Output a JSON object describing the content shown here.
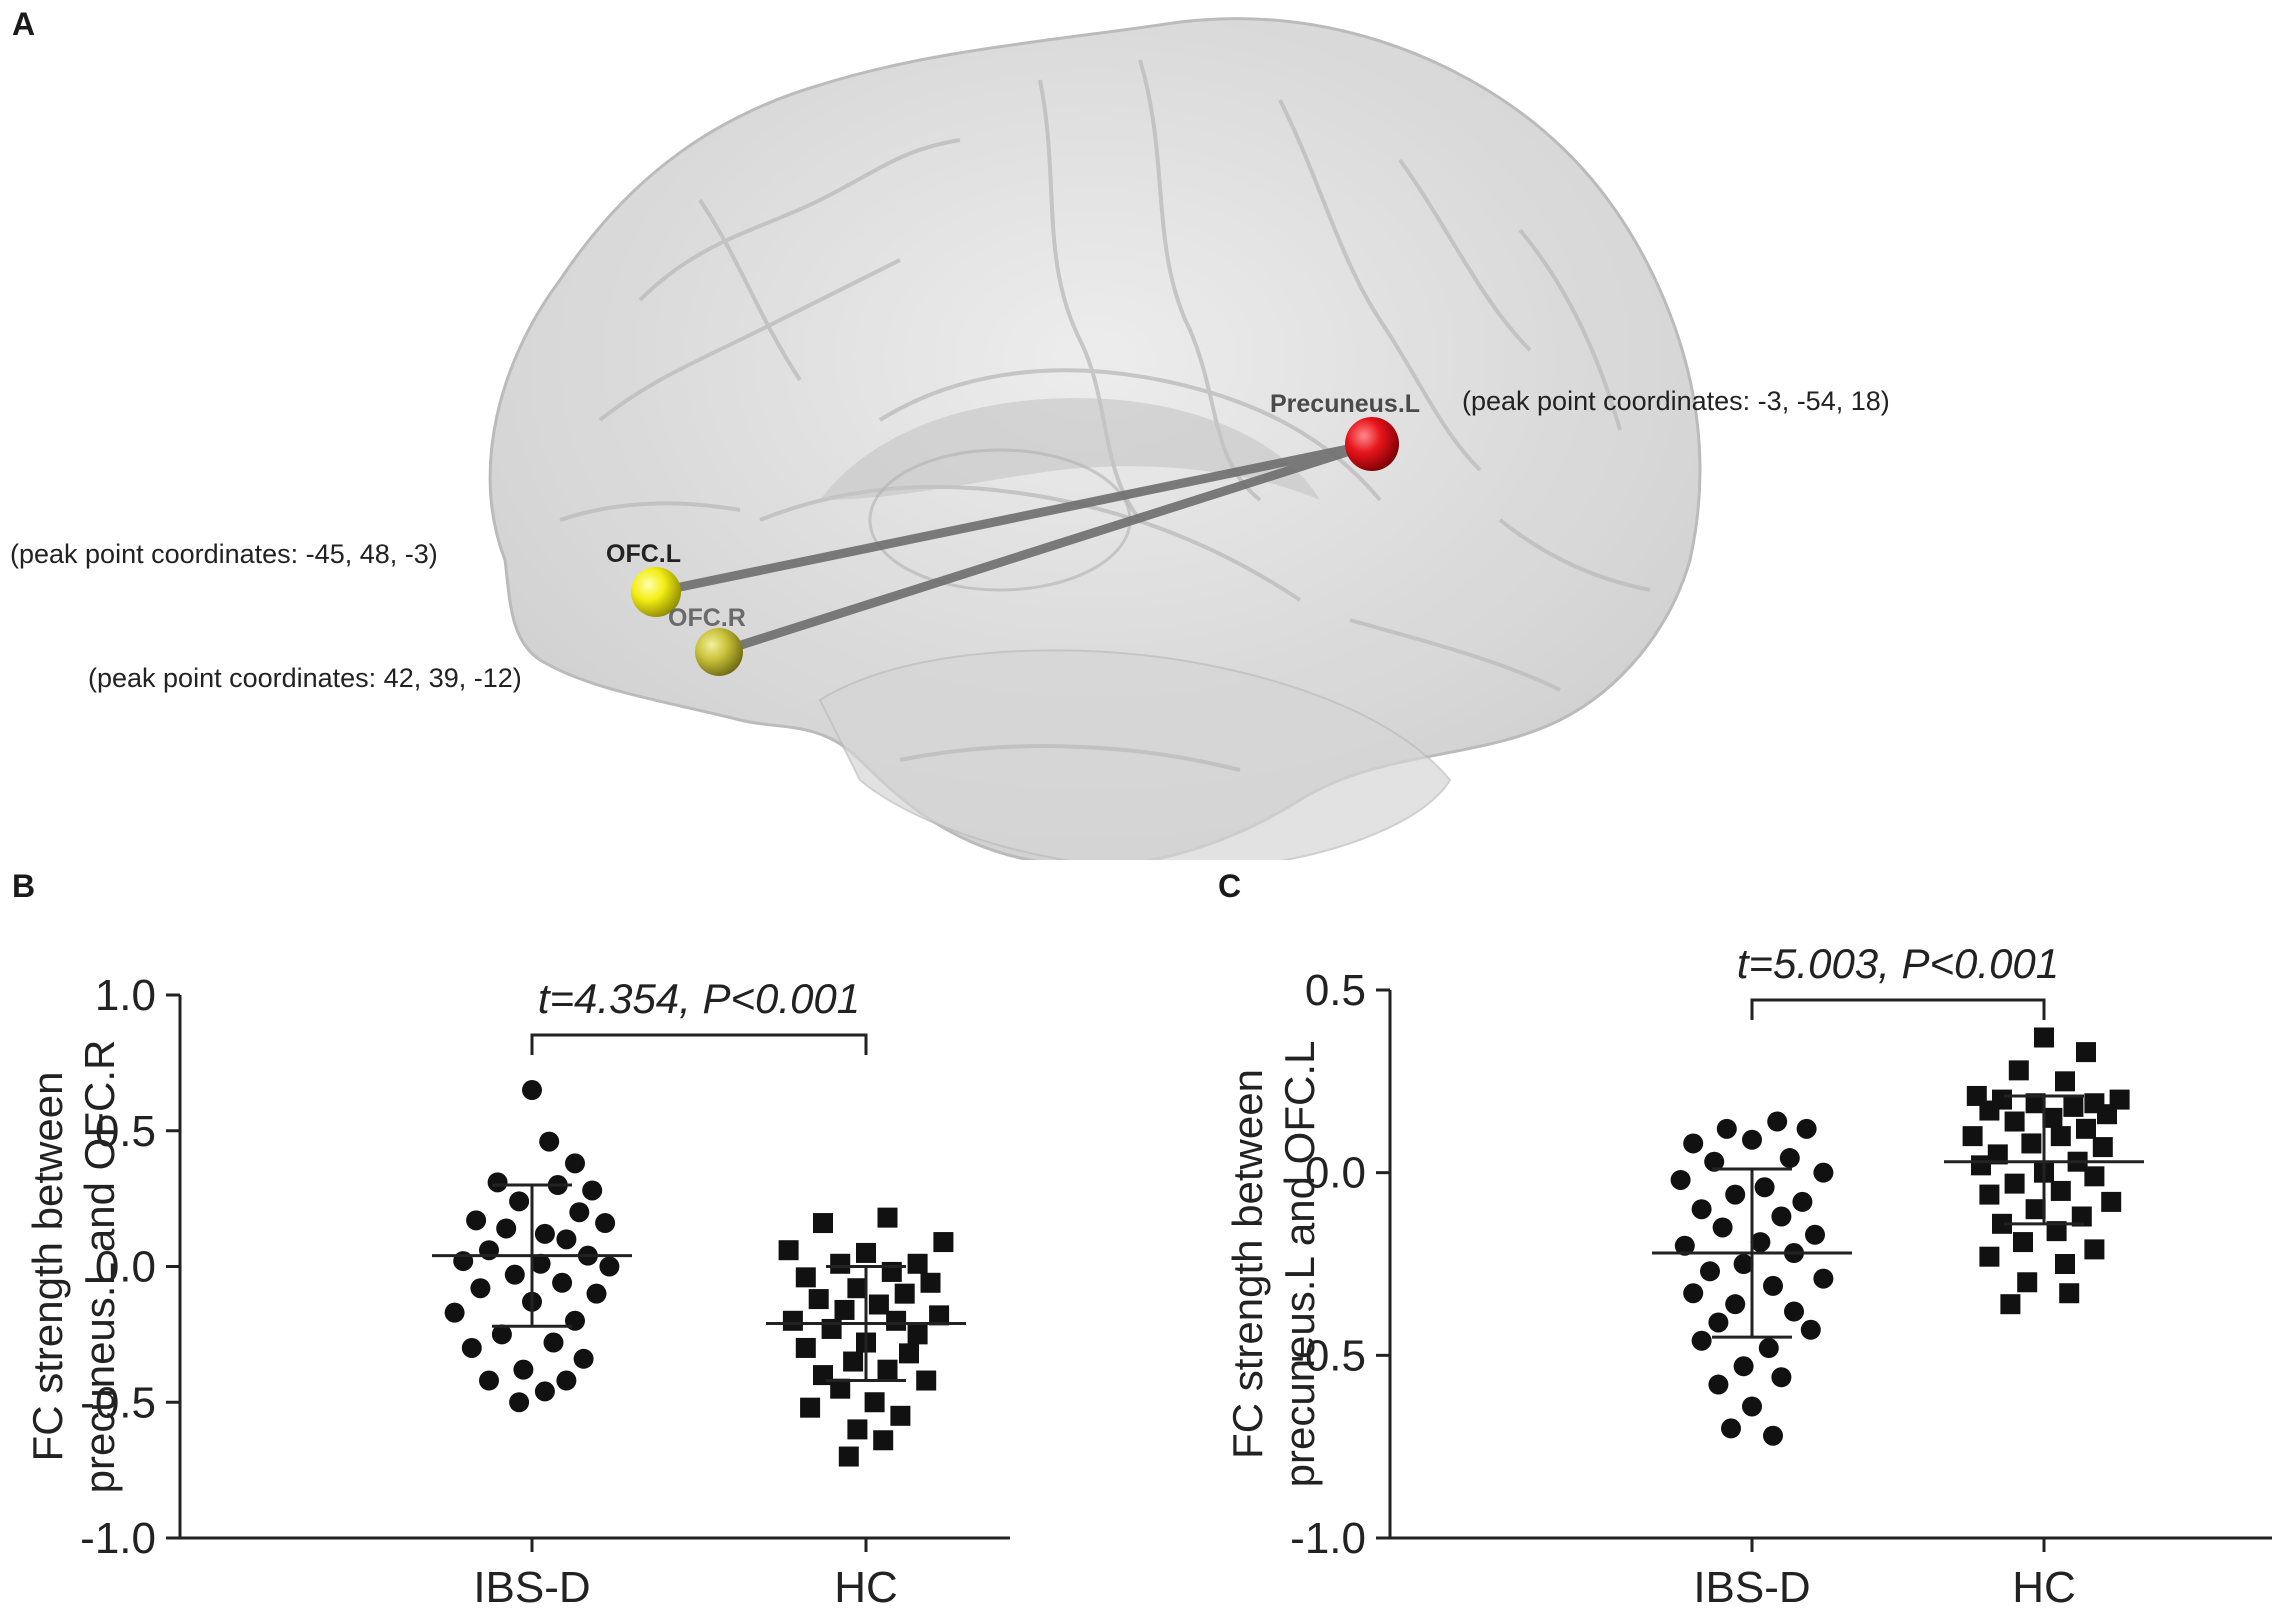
{
  "panels": {
    "a": "A",
    "b": "B",
    "c": "C"
  },
  "brain": {
    "nodes": [
      {
        "id": "precuneus",
        "label": "Precuneus.L",
        "coords": "(peak point coordinates: -3, -54, 18)",
        "color": "#e8141b"
      },
      {
        "id": "ofcl",
        "label": "OFC.L",
        "coords": "(peak point coordinates: -45, 48, -3)",
        "color": "#f3ee14"
      },
      {
        "id": "ofcr",
        "label": "OFC.R",
        "coords": "(peak point coordinates: 42, 39, -12)",
        "color": "#c9c23a"
      }
    ]
  },
  "chart_data": [
    {
      "type": "scatter",
      "panel": "B",
      "ylabel_lines": [
        "FC strength between",
        "precuneus.L and OFC.R"
      ],
      "categories": [
        "IBS-D",
        "HC"
      ],
      "ylim": [
        -1.0,
        1.0
      ],
      "yticks": [
        1.0,
        0.5,
        0.0,
        -0.5,
        -1.0
      ],
      "ytick_labels": [
        "1.0",
        "0.5",
        "0.0",
        "-0.5",
        "-1.0"
      ],
      "annotation": "t=4.354, P<0.001",
      "series": [
        {
          "marker": "circle",
          "mean": 0.04,
          "sd_upper": 0.3,
          "sd_lower": -0.22,
          "points": [
            [
              0.0,
              0.65
            ],
            [
              0.04,
              0.46
            ],
            [
              0.1,
              0.38
            ],
            [
              -0.08,
              0.31
            ],
            [
              0.06,
              0.3
            ],
            [
              0.14,
              0.28
            ],
            [
              -0.03,
              0.24
            ],
            [
              0.11,
              0.2
            ],
            [
              -0.13,
              0.17
            ],
            [
              0.17,
              0.16
            ],
            [
              -0.06,
              0.14
            ],
            [
              0.03,
              0.12
            ],
            [
              0.08,
              0.1
            ],
            [
              -0.1,
              0.06
            ],
            [
              0.13,
              0.04
            ],
            [
              -0.16,
              0.02
            ],
            [
              0.02,
              0.01
            ],
            [
              0.18,
              0.0
            ],
            [
              -0.04,
              -0.03
            ],
            [
              0.07,
              -0.06
            ],
            [
              -0.12,
              -0.08
            ],
            [
              0.15,
              -0.1
            ],
            [
              0.0,
              -0.13
            ],
            [
              -0.18,
              -0.17
            ],
            [
              0.1,
              -0.2
            ],
            [
              -0.07,
              -0.25
            ],
            [
              0.05,
              -0.28
            ],
            [
              -0.14,
              -0.3
            ],
            [
              0.12,
              -0.34
            ],
            [
              -0.02,
              -0.38
            ],
            [
              0.08,
              -0.42
            ],
            [
              -0.1,
              -0.42
            ],
            [
              0.03,
              -0.46
            ],
            [
              -0.03,
              -0.5
            ]
          ]
        },
        {
          "marker": "square",
          "mean": -0.21,
          "sd_upper": 0.0,
          "sd_lower": -0.42,
          "points": [
            [
              0.05,
              0.18
            ],
            [
              -0.1,
              0.16
            ],
            [
              0.18,
              0.09
            ],
            [
              -0.18,
              0.06
            ],
            [
              0.0,
              0.05
            ],
            [
              -0.06,
              0.01
            ],
            [
              0.12,
              0.01
            ],
            [
              0.06,
              -0.02
            ],
            [
              -0.14,
              -0.04
            ],
            [
              0.15,
              -0.06
            ],
            [
              -0.02,
              -0.08
            ],
            [
              0.09,
              -0.1
            ],
            [
              -0.11,
              -0.12
            ],
            [
              0.03,
              -0.14
            ],
            [
              -0.05,
              -0.16
            ],
            [
              0.17,
              -0.18
            ],
            [
              -0.17,
              -0.2
            ],
            [
              0.07,
              -0.2
            ],
            [
              -0.08,
              -0.23
            ],
            [
              0.12,
              -0.25
            ],
            [
              0.0,
              -0.28
            ],
            [
              -0.14,
              -0.3
            ],
            [
              0.1,
              -0.32
            ],
            [
              -0.03,
              -0.35
            ],
            [
              0.05,
              -0.38
            ],
            [
              -0.1,
              -0.4
            ],
            [
              0.14,
              -0.42
            ],
            [
              -0.06,
              -0.45
            ],
            [
              0.02,
              -0.5
            ],
            [
              -0.13,
              -0.52
            ],
            [
              0.08,
              -0.55
            ],
            [
              -0.02,
              -0.6
            ],
            [
              0.04,
              -0.64
            ],
            [
              -0.04,
              -0.7
            ]
          ]
        }
      ]
    },
    {
      "type": "scatter",
      "panel": "C",
      "ylabel_lines": [
        "FC strength between",
        "precuneus.L and OFC.L"
      ],
      "categories": [
        "IBS-D",
        "HC"
      ],
      "ylim": [
        -1.0,
        0.5
      ],
      "yticks": [
        0.5,
        0.0,
        -0.5,
        -1.0
      ],
      "ytick_labels": [
        "0.5",
        "0.0",
        "-0.5",
        "-1.0"
      ],
      "annotation": "t=5.003, P<0.001",
      "series": [
        {
          "marker": "circle",
          "mean": -0.22,
          "sd_upper": 0.01,
          "sd_lower": -0.45,
          "points": [
            [
              -0.06,
              0.12
            ],
            [
              0.06,
              0.14
            ],
            [
              0.13,
              0.12
            ],
            [
              -0.14,
              0.08
            ],
            [
              0.0,
              0.09
            ],
            [
              -0.09,
              0.03
            ],
            [
              0.09,
              0.04
            ],
            [
              0.17,
              0.0
            ],
            [
              -0.17,
              -0.02
            ],
            [
              0.03,
              -0.04
            ],
            [
              -0.04,
              -0.06
            ],
            [
              0.12,
              -0.08
            ],
            [
              -0.12,
              -0.1
            ],
            [
              0.07,
              -0.12
            ],
            [
              -0.07,
              -0.15
            ],
            [
              0.15,
              -0.17
            ],
            [
              0.02,
              -0.19
            ],
            [
              -0.16,
              -0.2
            ],
            [
              0.1,
              -0.22
            ],
            [
              -0.02,
              -0.25
            ],
            [
              -0.1,
              -0.27
            ],
            [
              0.17,
              -0.29
            ],
            [
              0.05,
              -0.31
            ],
            [
              -0.14,
              -0.33
            ],
            [
              -0.04,
              -0.36
            ],
            [
              0.1,
              -0.38
            ],
            [
              -0.08,
              -0.41
            ],
            [
              0.14,
              -0.43
            ],
            [
              -0.12,
              -0.46
            ],
            [
              0.04,
              -0.48
            ],
            [
              -0.02,
              -0.53
            ],
            [
              0.07,
              -0.56
            ],
            [
              -0.08,
              -0.58
            ],
            [
              0.0,
              -0.64
            ],
            [
              -0.05,
              -0.7
            ],
            [
              0.05,
              -0.72
            ]
          ]
        },
        {
          "marker": "square",
          "mean": 0.03,
          "sd_upper": 0.21,
          "sd_lower": -0.14,
          "points": [
            [
              0.0,
              0.37
            ],
            [
              0.1,
              0.33
            ],
            [
              -0.06,
              0.28
            ],
            [
              0.05,
              0.25
            ],
            [
              -0.16,
              0.21
            ],
            [
              0.18,
              0.2
            ],
            [
              -0.1,
              0.2
            ],
            [
              0.12,
              0.19
            ],
            [
              -0.02,
              0.19
            ],
            [
              0.07,
              0.18
            ],
            [
              -0.13,
              0.17
            ],
            [
              0.15,
              0.16
            ],
            [
              0.02,
              0.15
            ],
            [
              -0.07,
              0.14
            ],
            [
              0.1,
              0.12
            ],
            [
              -0.17,
              0.1
            ],
            [
              0.04,
              0.1
            ],
            [
              -0.03,
              0.08
            ],
            [
              0.14,
              0.07
            ],
            [
              -0.11,
              0.05
            ],
            [
              0.08,
              0.03
            ],
            [
              -0.15,
              0.02
            ],
            [
              0.0,
              0.0
            ],
            [
              0.12,
              -0.01
            ],
            [
              -0.07,
              -0.03
            ],
            [
              0.04,
              -0.05
            ],
            [
              -0.13,
              -0.06
            ],
            [
              0.16,
              -0.08
            ],
            [
              -0.02,
              -0.1
            ],
            [
              0.09,
              -0.12
            ],
            [
              -0.1,
              -0.14
            ],
            [
              0.03,
              -0.16
            ],
            [
              -0.05,
              -0.19
            ],
            [
              0.12,
              -0.21
            ],
            [
              -0.13,
              -0.23
            ],
            [
              0.05,
              -0.25
            ],
            [
              -0.04,
              -0.3
            ],
            [
              0.06,
              -0.33
            ],
            [
              -0.08,
              -0.36
            ]
          ]
        }
      ]
    }
  ]
}
